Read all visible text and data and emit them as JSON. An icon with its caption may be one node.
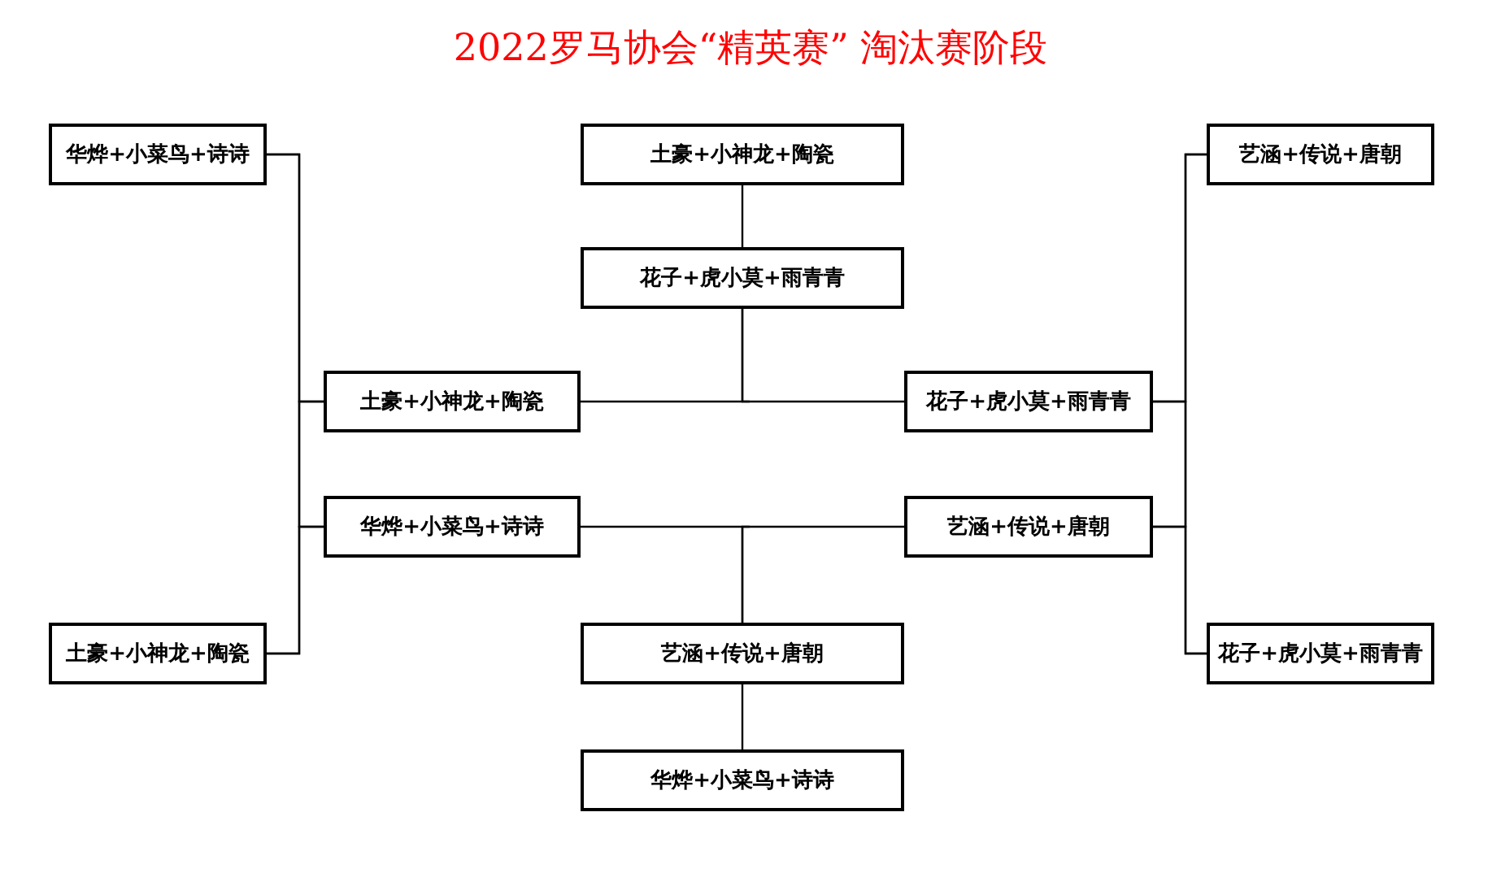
{
  "diagram": {
    "title": "2022罗马协会“精英赛” 淘汰赛阶段",
    "nodes": [
      {
        "text": [
          "华烨+小菜鸟+诗诗"
        ]
      },
      {
        "text": [
          "土豪+小神龙+陶瓷"
        ]
      },
      {
        "text": [
          "艺涵+传说+唐朝"
        ]
      },
      {
        "text": [
          "花子+虎小莫+雨青青"
        ]
      },
      {
        "text": [
          "土豪+小神龙+陶瓷"
        ]
      },
      {
        "text": [
          "花子+虎小莫+雨青青"
        ]
      },
      {
        "text": [
          "华烨+小菜鸟+诗诗"
        ]
      },
      {
        "text": [
          "艺涵+传说+唐朝"
        ]
      },
      {
        "text": [
          "土豪+小神龙+陶瓷"
        ]
      },
      {
        "text": [
          "艺涵+传说+唐朝"
        ]
      },
      {
        "text": [
          "花子+虎小莫+雨青青"
        ]
      },
      {
        "text": [
          "华烨+小菜鸟+诗诗"
        ]
      }
    ],
    "edges": [
      {
        "from": 0,
        "to": 4,
        "arrow": "none"
      },
      {
        "from": 8,
        "to": 4,
        "arrow": "none"
      },
      {
        "from": 0,
        "to": 6,
        "arrow": "none"
      },
      {
        "from": 8,
        "to": 6,
        "arrow": "none"
      },
      {
        "from": 2,
        "to": 5,
        "arrow": "none"
      },
      {
        "from": 10,
        "to": 5,
        "arrow": "none"
      },
      {
        "from": 2,
        "to": 7,
        "arrow": "none"
      },
      {
        "from": 10,
        "to": 7,
        "arrow": "none"
      },
      {
        "from": 1,
        "to": 3,
        "arrow": "none"
      },
      {
        "from": 4,
        "to": 3,
        "arrow": "none"
      },
      {
        "from": 5,
        "to": 3,
        "arrow": "none"
      },
      {
        "from": 6,
        "to": 9,
        "arrow": "none"
      },
      {
        "from": 7,
        "to": 9,
        "arrow": "none"
      },
      {
        "from": 9,
        "to": 11,
        "arrow": "none"
      }
    ]
  }
}
